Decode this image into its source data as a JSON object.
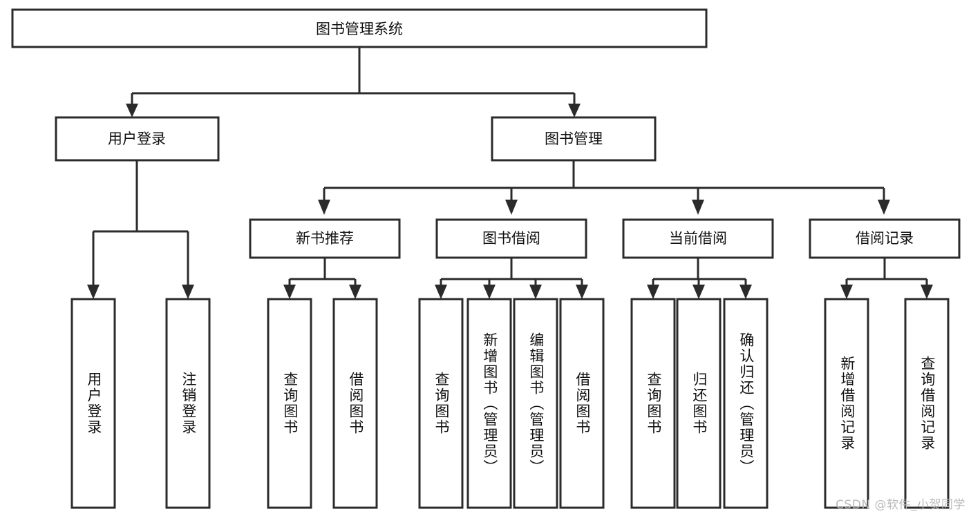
{
  "diagram": {
    "type": "tree",
    "title": "图书管理系统",
    "orientation": "top-down",
    "colors": {
      "box_stroke": "#2b2b2b",
      "box_fill": "#ffffff",
      "text": "#111111",
      "background": "#ffffff",
      "watermark": "#b9b9b9"
    },
    "root": {
      "label": "图书管理系统"
    },
    "level2": [
      {
        "label": "用户登录"
      },
      {
        "label": "图书管理"
      }
    ],
    "level3": [
      {
        "label": "新书推荐"
      },
      {
        "label": "图书借阅"
      },
      {
        "label": "当前借阅"
      },
      {
        "label": "借阅记录"
      }
    ],
    "leaves": {
      "user_login": [
        {
          "label": "用户登录"
        },
        {
          "label": "注销登录"
        }
      ],
      "new_book_recommend": [
        {
          "label": "查询图书"
        },
        {
          "label": "借阅图书"
        }
      ],
      "book_borrow": [
        {
          "label": "查询图书"
        },
        {
          "label": "新增图书（管理员）"
        },
        {
          "label": "编辑图书（管理员）"
        },
        {
          "label": "借阅图书"
        }
      ],
      "current_borrow": [
        {
          "label": "查询图书"
        },
        {
          "label": "归还图书"
        },
        {
          "label": "确认归还（管理员）"
        }
      ],
      "borrow_record": [
        {
          "label": "新增借阅记录"
        },
        {
          "label": "查询借阅记录"
        }
      ]
    },
    "watermark": "CSDN @软件_小贺同学"
  }
}
